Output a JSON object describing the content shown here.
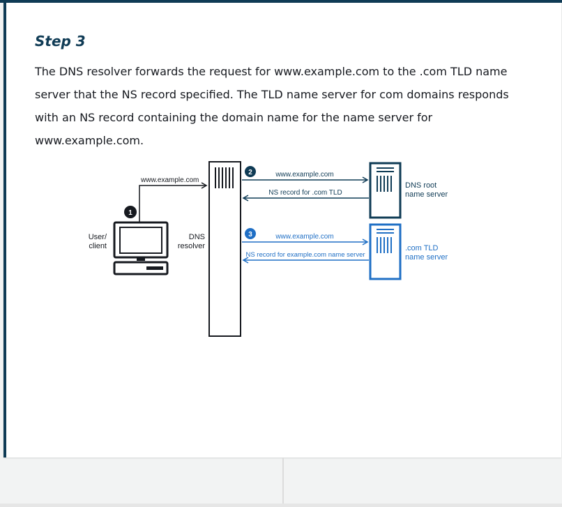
{
  "step": {
    "title": "Step 3",
    "description": "The DNS resolver forwards the request for www.example.com to the .com TLD name server that the NS record specified. The TLD name server for com domains responds with an NS record containing the domain name for the name server for www.example.com."
  },
  "diagram": {
    "client_label_1": "User/",
    "client_label_2": "client",
    "resolver_label_1": "DNS",
    "resolver_label_2": "resolver",
    "root_label_1": "DNS root",
    "root_label_2": "name server",
    "tld_label_1": ".com TLD",
    "tld_label_2": "name server",
    "step1_badge": "1",
    "step2_badge": "2",
    "step3_badge": "3",
    "client_request": "www.example.com",
    "root_request": "www.example.com",
    "root_response": "NS record for .com TLD",
    "tld_request": "www.example.com",
    "tld_response": "NS record for example.com name server"
  },
  "colors": {
    "navy": "#0f3b55",
    "tld_blue": "#1f6fc5",
    "text": "#16191f"
  }
}
